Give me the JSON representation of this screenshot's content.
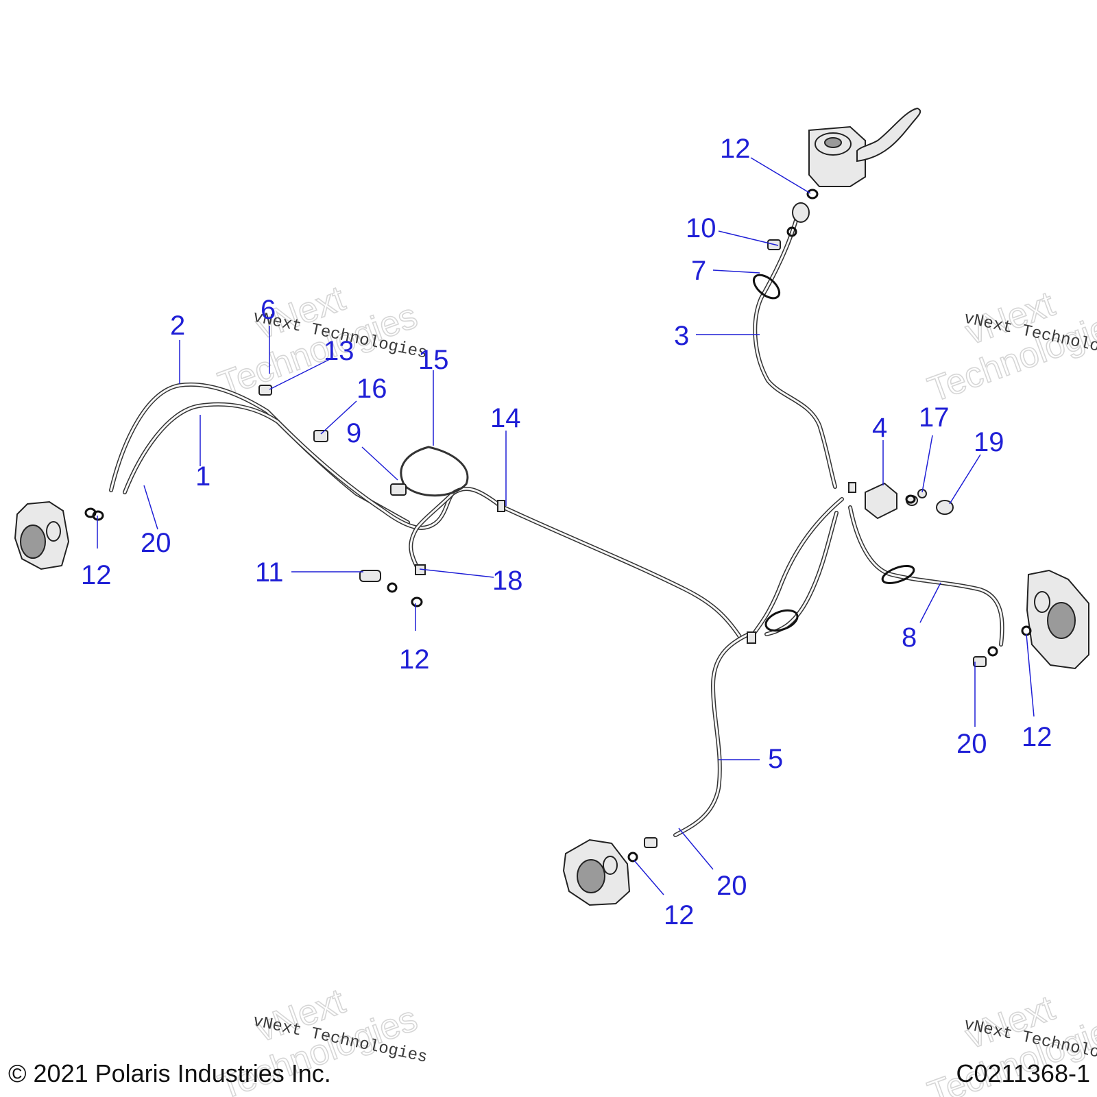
{
  "diagram": {
    "callouts": [
      "1",
      "2",
      "3",
      "4",
      "5",
      "6",
      "7",
      "8",
      "9",
      "10",
      "11",
      "12",
      "13",
      "14",
      "15",
      "16",
      "17",
      "18",
      "19",
      "20"
    ],
    "repeat_label_12": "12",
    "repeat_label_20": "20"
  },
  "watermark": {
    "brand_top": "vNext",
    "brand_bottom": "Technologies",
    "serif_text": "vNext Technologies"
  },
  "footer": {
    "copyright": "© 2021 Polaris Industries Inc.",
    "figure_code": "C0211368-1"
  },
  "colors": {
    "callout": "#1f1fd6",
    "line_art": "#222222",
    "background": "#ffffff"
  }
}
